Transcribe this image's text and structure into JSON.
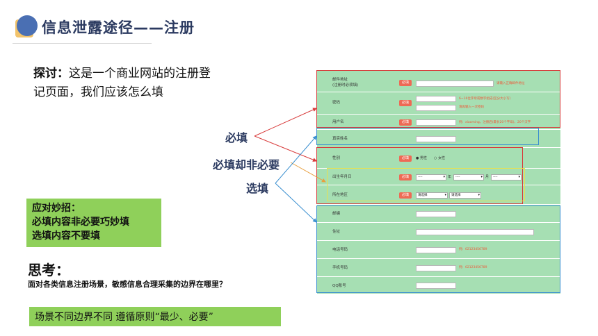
{
  "title": "信息泄露途径——注册",
  "discussion": {
    "label": "探讨：",
    "text": "这是一个商业网站的注册登记页面，我们应该怎么填"
  },
  "labels": {
    "required": "必填",
    "required_not_needed": "必填却非必要",
    "optional": "选填"
  },
  "tips": {
    "heading": "应对妙招：",
    "line1": "必填内容非必要巧妙填",
    "line2": "选填内容不要填"
  },
  "think": {
    "heading": "思考：",
    "question": "面对各类信息注册场景，敏感信息合理采集的边界在哪里？"
  },
  "answer": "场景不同边界不同 遵循原则“最少、必要”",
  "form": {
    "required_badge": "必填",
    "fields": {
      "email": {
        "label": "邮件地址",
        "sublabel": "(注册时必须填)",
        "hint": "请输入正确邮件地址"
      },
      "password": {
        "label": "密码",
        "hint1": "6~16位字母或数字组成(区分大小写)",
        "hint2": "请再输入一次密码"
      },
      "username": {
        "label": "用户名",
        "hint": "例：xiaoming，注册后(最长20个字母)，20个汉字"
      },
      "realname": {
        "label": "真实姓名"
      },
      "gender": {
        "label": "性别",
        "option_male": "男性",
        "option_female": "女性"
      },
      "birthday": {
        "label": "出生年月日",
        "year_unit": "年",
        "month_unit": "月",
        "placeholder": "----"
      },
      "region": {
        "label": "所在地区",
        "select1": "请选择",
        "select2": "请选择"
      },
      "postcode": {
        "label": "邮编"
      },
      "address": {
        "label": "住址"
      },
      "phone": {
        "label": "电话号码",
        "hint": "例：02123456789"
      },
      "mobile": {
        "label": "手机号码",
        "hint": "例：02123456789"
      },
      "qq": {
        "label": "QQ账号"
      }
    }
  },
  "colors": {
    "accent_green": "#8fd05a",
    "form_bg": "#a6dfb3",
    "badge_red": "#ee6a55",
    "box_red": "#d83a3a",
    "box_blue": "#3a8fd0",
    "box_yellow": "#e8e050",
    "title_blue": "#2b3a60"
  }
}
